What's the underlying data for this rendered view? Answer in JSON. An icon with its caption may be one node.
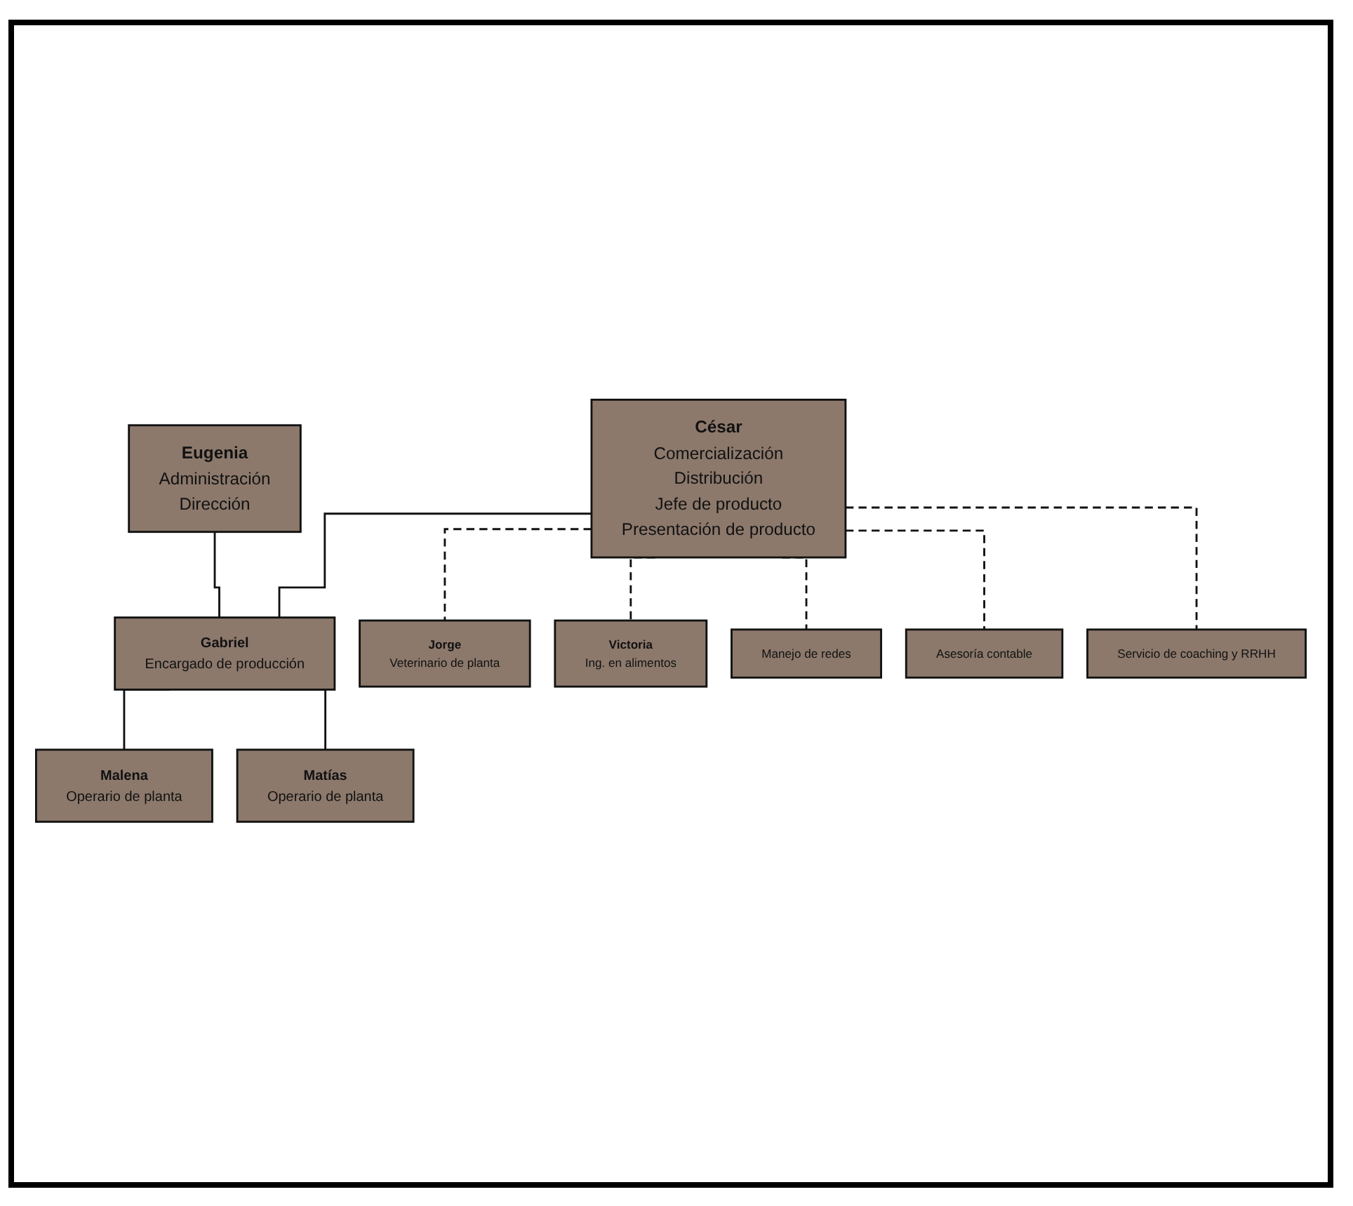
{
  "diagram": {
    "nodes": [
      {
        "text": [
          "César",
          "Comercialización",
          "Distribución",
          "Jefe de producto",
          "Presentación de producto"
        ]
      },
      {
        "text": [
          "Eugenia",
          "Administración",
          "Dirección"
        ]
      },
      {
        "text": [
          "Gabriel",
          "Encargado de producción"
        ]
      },
      {
        "text": [
          "Malena",
          "Operario de planta"
        ]
      },
      {
        "text": [
          "Matías",
          "Operario de planta"
        ]
      },
      {
        "text": [
          "Jorge",
          "Veterinario de planta"
        ]
      },
      {
        "text": [
          "Victoria",
          "Ing. en alimentos"
        ]
      },
      {
        "text": [
          "Manejo de redes"
        ]
      },
      {
        "text": [
          "Asesoría contable"
        ]
      },
      {
        "text": [
          "Servicio de coaching y RRHH"
        ]
      }
    ],
    "edges": [
      {
        "from": 0,
        "to": 2,
        "arrow": "none"
      },
      {
        "from": 1,
        "to": 2,
        "arrow": "none"
      },
      {
        "from": 2,
        "to": 3,
        "arrow": "none"
      },
      {
        "from": 2,
        "to": 4,
        "arrow": "none"
      },
      {
        "from": 0,
        "to": 5,
        "arrow": "none",
        "style": "dashed"
      },
      {
        "from": 0,
        "to": 6,
        "arrow": "none",
        "style": "dashed"
      },
      {
        "from": 0,
        "to": 7,
        "arrow": "none",
        "style": "dashed"
      },
      {
        "from": 0,
        "to": 8,
        "arrow": "none",
        "style": "dashed"
      },
      {
        "from": 0,
        "to": 9,
        "arrow": "none",
        "style": "dashed"
      }
    ]
  }
}
